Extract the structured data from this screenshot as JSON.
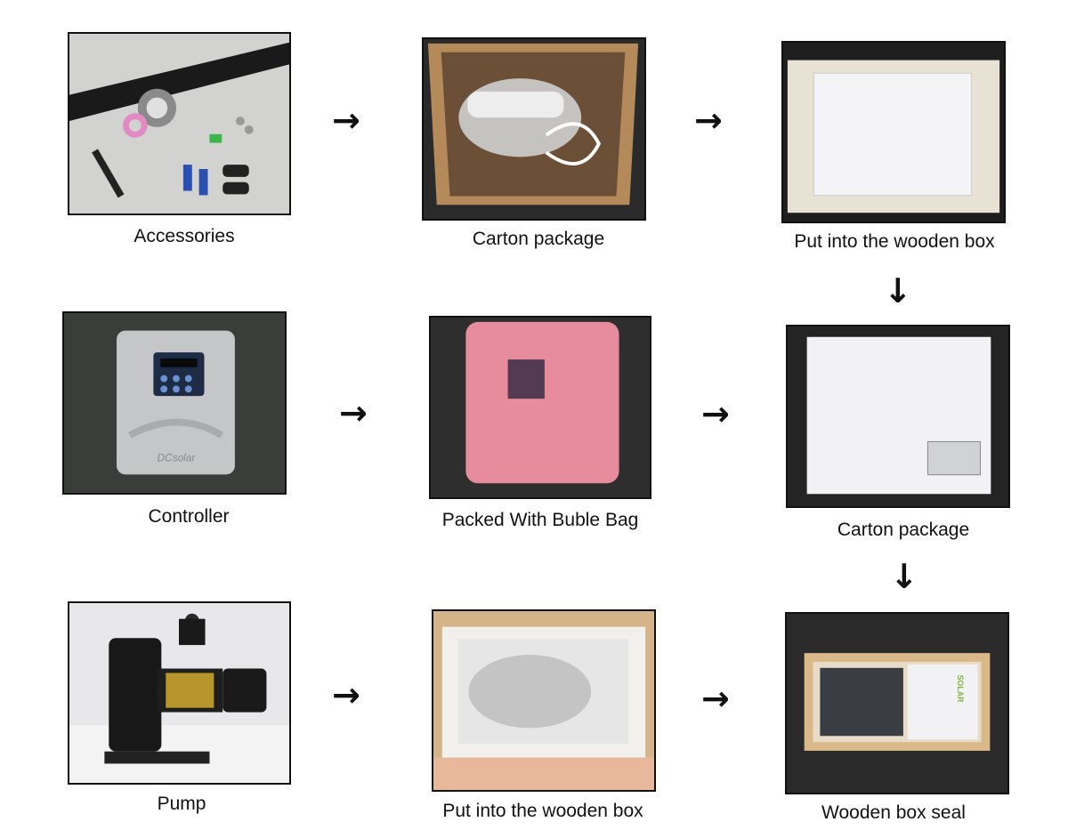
{
  "steps": [
    {
      "caption": "Accessories"
    },
    {
      "caption": "Carton package"
    },
    {
      "caption": "Put into the wooden box"
    },
    {
      "caption": "Controller"
    },
    {
      "caption": "Packed With Buble Bag"
    },
    {
      "caption": "Carton package"
    },
    {
      "caption": "Pump"
    },
    {
      "caption": "Put into the wooden box"
    },
    {
      "caption": "Wooden box seal"
    }
  ],
  "arrows": {
    "right": "→",
    "down": "↓"
  },
  "controller_brand": "DCsolar",
  "box_label": "SOLAR"
}
